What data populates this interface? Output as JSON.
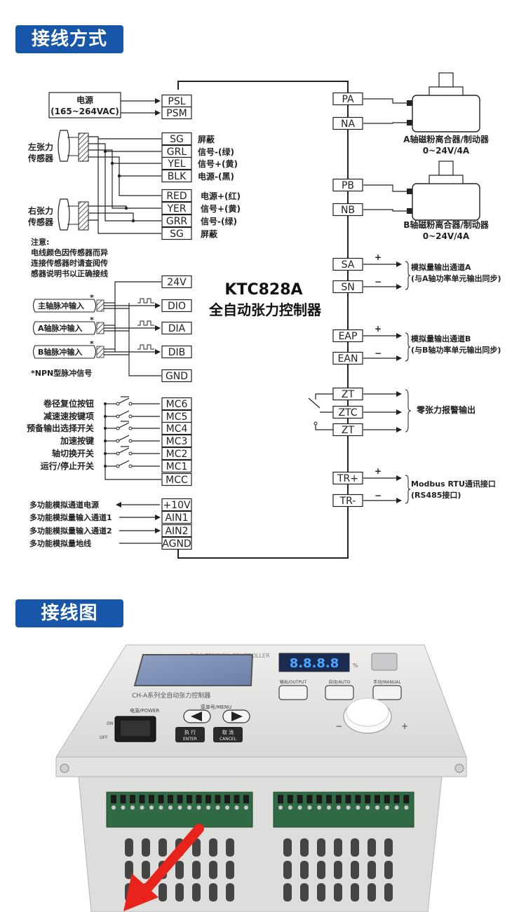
{
  "sections": {
    "wiring_method": "接线方式",
    "wiring_diagram": "接线图"
  },
  "controller": {
    "model": "KTC828A",
    "name": "全自动张力控制器"
  },
  "power": {
    "title": "电源",
    "range": "(165~264VAC)"
  },
  "left_terminals": [
    "PSL",
    "PSM",
    "SG",
    "GRL",
    "YEL",
    "BLK",
    "RED",
    "YER",
    "GRR",
    "SG",
    "24V",
    "DIO",
    "DIA",
    "DIB",
    "GND",
    "MC6",
    "MC5",
    "MC4",
    "MC3",
    "MC2",
    "MC1",
    "MCC",
    "+10V",
    "AIN1",
    "AIN2",
    "AGND"
  ],
  "right_terminals": [
    "PA",
    "NA",
    "PB",
    "NB",
    "SA",
    "SN",
    "EAP",
    "EAN",
    "ZT",
    "ZTC",
    "ZT",
    "TR+",
    "TR-"
  ],
  "sensor_wire_labels": [
    "屏蔽",
    "信号-(绿)",
    "信号+(黄)",
    "电源-(黑)",
    "电源+(红)",
    "信号+(黄)",
    "信号-(绿)",
    "屏蔽"
  ],
  "sensors": {
    "left": "左张力\n传感器",
    "right": "右张力\n传感器",
    "note_title": "注意:",
    "note_lines": [
      "电线颜色因传感器而异",
      "连接传感器时请查阅传",
      "感器说明书以正确接线"
    ]
  },
  "pulse_inputs": [
    "主轴脉冲输入",
    "A轴脉冲输入",
    "B轴脉冲输入"
  ],
  "pulse_mark": "*",
  "npn_note": "*NPN型脉冲信号",
  "switches": [
    "卷径复位按钮",
    "减速速按键项",
    "预备输出选择开关",
    "加速按键",
    "轴切换开关",
    "运行/停止开关"
  ],
  "analog_inputs": [
    "多功能模拟通道电源",
    "多功能模拟量输入通道1",
    "多功能模拟量输入通道2",
    "多功能模拟量地线"
  ],
  "brakes": {
    "a_name": "A轴磁粉离合器/制动器",
    "a_spec": "0~24V/4A",
    "b_name": "B轴磁粉离合器/制动器",
    "b_spec": "0~24V/4A"
  },
  "analog_outputs": {
    "a_line1": "模拟量输出通道A",
    "a_line2": "(与A轴功率单元输出同步)",
    "b_line1": "模拟量输出通道B",
    "b_line2": "(与B轴功率单元输出同步)"
  },
  "alarm": "零张力报警输出",
  "modbus": {
    "line1": "Modbus RTU通讯接口",
    "line2": "(RS485接口)"
  },
  "signs": {
    "plus": "+",
    "minus": "−"
  },
  "device_photo": {
    "brand_strip": "CH-A TENSION CONTROLLER",
    "series_label": "CH-A系列全自动张力控制器",
    "display_digits": "8.8.8.8",
    "unit_percent": "%",
    "btn_output": "输出/OUTPUT",
    "btn_auto": "自动/AUTO",
    "btn_manual": "手动/MANUAL",
    "menu": "菜单号/MENU",
    "power_switch": "电源/POWER",
    "on": "ON",
    "off": "OFF",
    "enter_cn": "执 行",
    "enter_en": "ENTER",
    "cancel_cn": "取 消",
    "cancel_en": "CANCEL",
    "knob_minus": "−",
    "knob_plus": "+"
  },
  "colors": {
    "badge_bg": "#1756a8",
    "line": "#222222",
    "arrow_red": "#e8231b",
    "panel": "#e7e9e6",
    "display_blue": "#7f93b8",
    "led_bg": "#1a2b52",
    "pcb_green": "#2f6a44"
  }
}
